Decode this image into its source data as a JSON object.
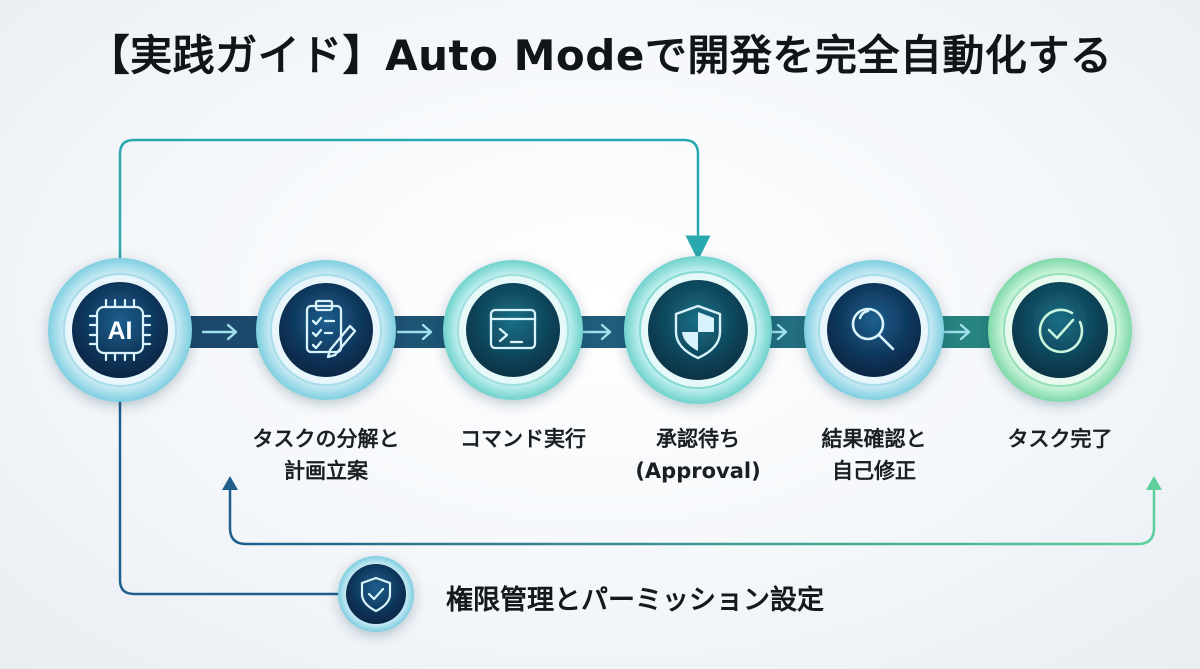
{
  "title": "【実践ガイド】Auto Modeで開発を完全自動化する",
  "nodes": [
    {
      "id": "ai",
      "icon": "ai-chip-icon",
      "icon_text": "AI",
      "label": []
    },
    {
      "id": "plan",
      "icon": "clipboard-edit-icon",
      "label": [
        "タスクの分解と",
        "計画立案"
      ]
    },
    {
      "id": "command",
      "icon": "terminal-icon",
      "label": [
        "コマンド実行"
      ]
    },
    {
      "id": "approval",
      "icon": "shield-icon",
      "label": [
        "承認待ち",
        "(Approval)"
      ]
    },
    {
      "id": "review",
      "icon": "magnifier-icon",
      "label": [
        "結果確認と",
        "自己修正"
      ]
    },
    {
      "id": "done",
      "icon": "check-circle-icon",
      "label": [
        "タスク完了"
      ]
    }
  ],
  "permission": {
    "icon": "shield-check-icon",
    "label": "権限管理とパーミッション設定"
  },
  "colors": {
    "title": "#111418",
    "node_dark": "#0f3a60",
    "teal": "#2aa8b0",
    "green": "#4cc48a",
    "line": "#2e8fa0"
  }
}
